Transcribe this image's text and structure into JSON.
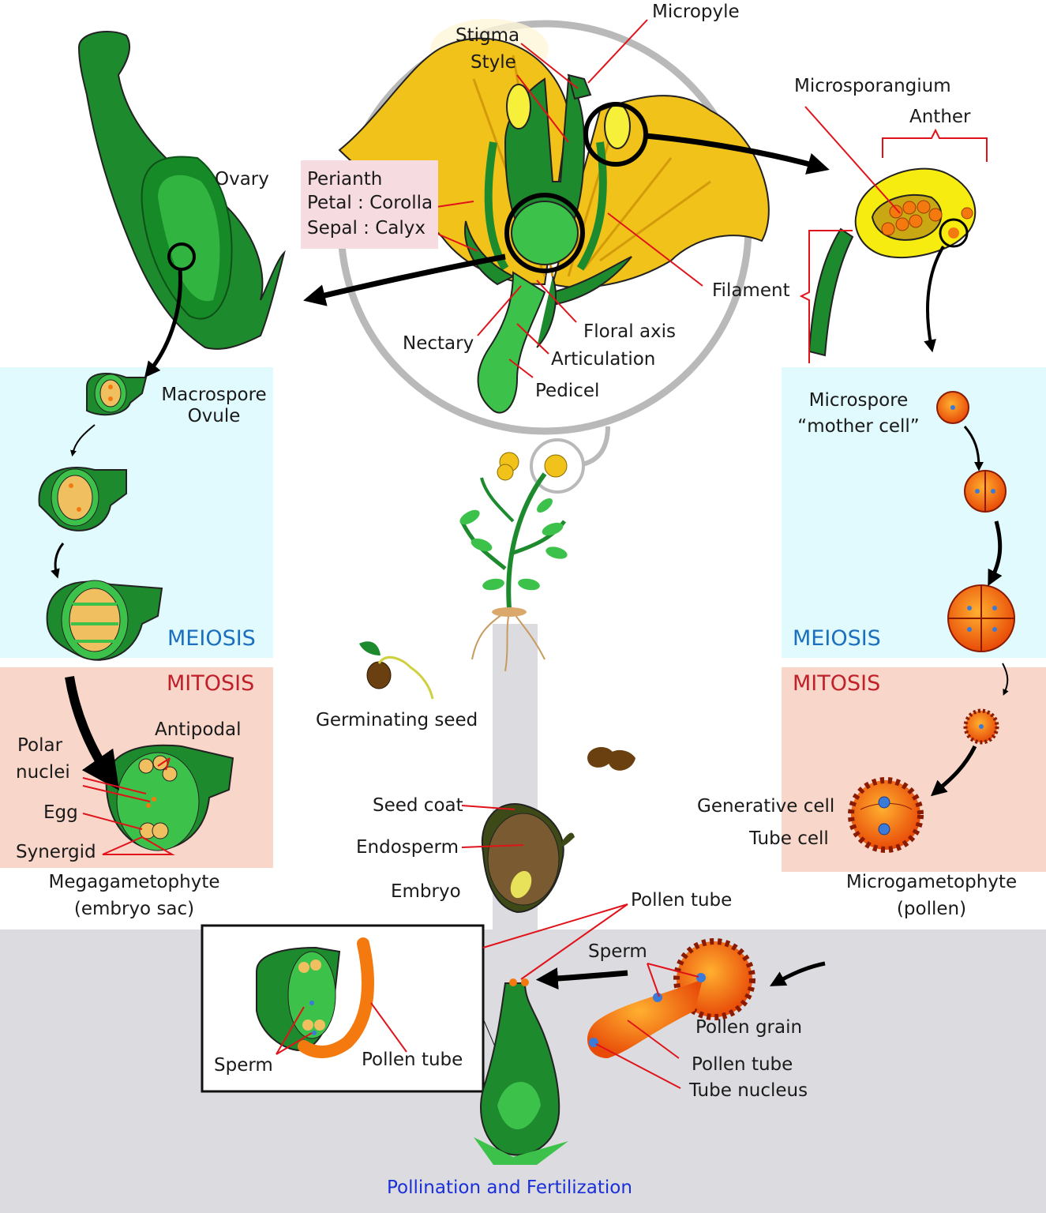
{
  "labels": {
    "micropyle": "Micropyle",
    "stigma": "Stigma",
    "style": "Style",
    "microsporangium": "Microsporangium",
    "anther": "Anther",
    "ovary": "Ovary",
    "perianth": "Perianth",
    "petal_corolla": "Petal : Corolla",
    "sepal_calyx": "Sepal : Calyx",
    "filament": "Filament",
    "floral_axis": "Floral axis",
    "nectary": "Nectary",
    "articulation": "Articulation",
    "pedicel": "Pedicel",
    "macrospore": "Macrospore",
    "ovule": "Ovule",
    "microspore": "Microspore",
    "mother_cell": "“mother cell”",
    "meiosis_left": "MEIOSIS",
    "meiosis_right": "MEIOSIS",
    "mitosis_left": "MITOSIS",
    "mitosis_right": "MITOSIS",
    "antipodal": "Antipodal",
    "polar": "Polar",
    "nuclei": "nuclei",
    "egg": "Egg",
    "synergid": "Synergid",
    "megagametophyte": "Megagametophyte",
    "embryo_sac": "(embryo sac)",
    "germinating_seed": "Germinating seed",
    "seed_coat": "Seed coat",
    "endosperm": "Endosperm",
    "embryo": "Embryo",
    "generative_cell": "Generative cell",
    "tube_cell": "Tube cell",
    "microgametophyte": "Microgametophyte",
    "pollen": "(pollen)",
    "pollen_tube_top": "Pollen tube",
    "sperm_right": "Sperm",
    "pollen_grain": "Pollen grain",
    "pollen_tube_right": "Pollen tube",
    "tube_nucleus": "Tube nucleus",
    "sperm_inset": "Sperm",
    "pollen_tube_inset": "Pollen tube",
    "pollination_fertilization": "Pollination and Fertilization"
  },
  "colors": {
    "dark_green": "#1e8a2e",
    "light_green": "#3cc24a",
    "petal_yellow": "#f1c21a",
    "orange": "#f47a10",
    "meiosis_blue": "#1a6fbf",
    "mitosis_red": "#c0202a",
    "pollination_blue": "#1a2fd8",
    "meiosis_band": "#e0fafd",
    "mitosis_band": "#f8d6ca",
    "bottom_band": "#dcdce0"
  }
}
